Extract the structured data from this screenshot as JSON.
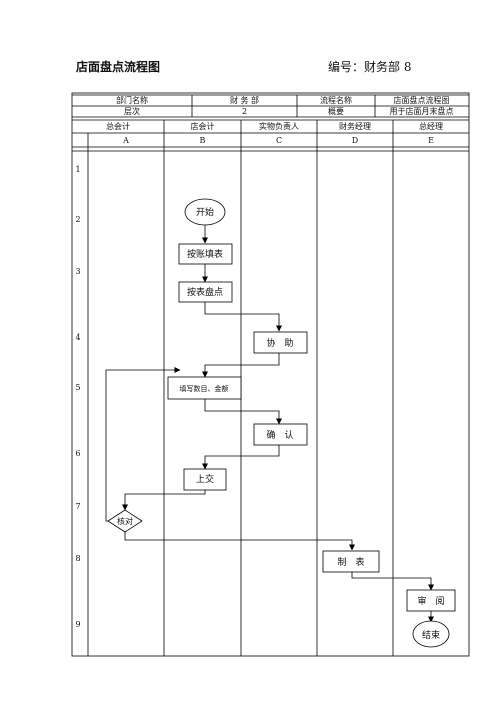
{
  "title": "店面盘点流程图",
  "code": "编号：财务部 8",
  "info": {
    "dept_label": "部门名称",
    "dept_value": "财 务 部",
    "process_label": "流程名称",
    "process_value": "店面盘点流程图",
    "level_label": "层次",
    "level_value": "2",
    "summary_label": "概要",
    "summary_value": "用于店面月末盘点"
  },
  "roles": [
    "总会计",
    "店会计",
    "实物负责人",
    "财务经理",
    "总经理"
  ],
  "columns": [
    "A",
    "B",
    "C",
    "D",
    "E"
  ],
  "rows": [
    "1",
    "2",
    "3",
    "4",
    "5",
    "6",
    "7",
    "8",
    "9"
  ],
  "nodes": {
    "start": "开始",
    "fill_book": "按账填表",
    "count": "按表盘点",
    "assist": "协　助",
    "fill_amount": "填写数目、金额",
    "confirm": "确　认",
    "submit": "上交",
    "check": "核对",
    "make_report": "制　表",
    "review": "审　阅",
    "end": "结束"
  }
}
